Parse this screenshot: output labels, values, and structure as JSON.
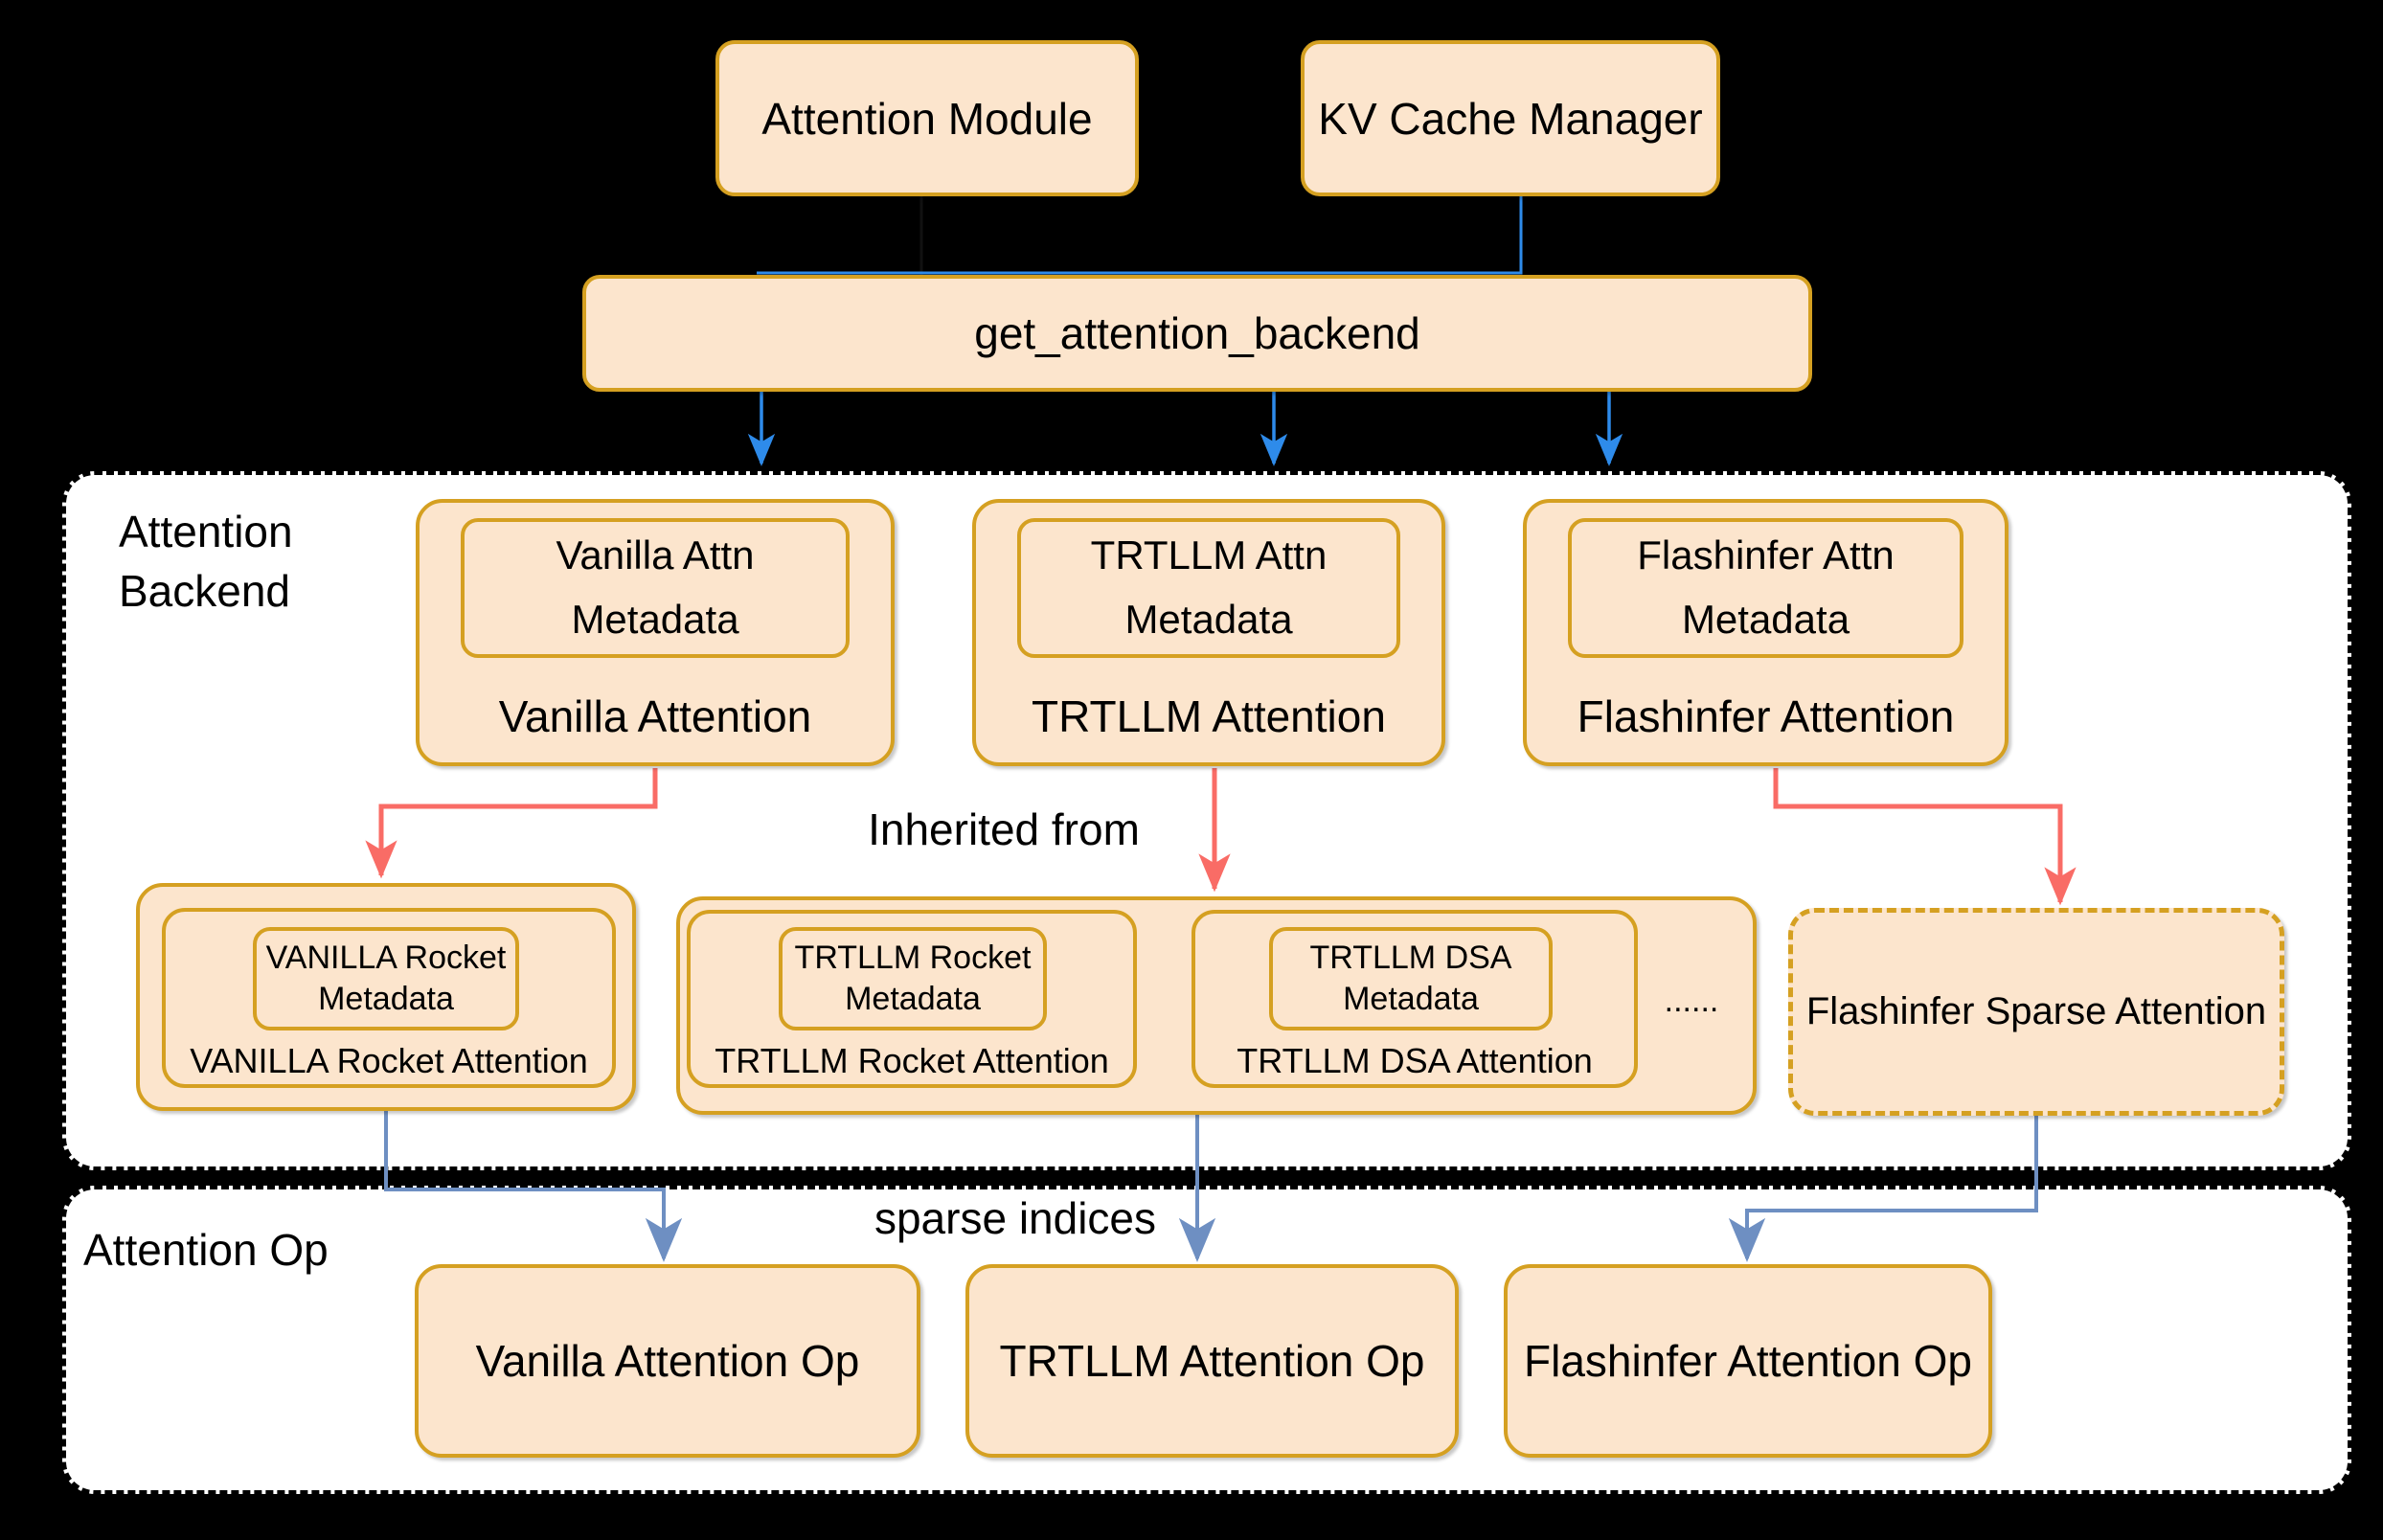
{
  "colors": {
    "canvas_bg": "#000000",
    "section_bg": "#FFFFFF",
    "section_border": "#000000",
    "box_fill": "#FCE5CD",
    "box_border": "#D5A021",
    "arrow_blue": "#2E8BEA",
    "arrow_red": "#F96C66",
    "arrow_steel": "#6E8FC2",
    "text": "#000000"
  },
  "top": {
    "attention_module": "Attention Module",
    "kv_cache_manager": "KV Cache Manager",
    "get_attention_backend": "get_attention_backend"
  },
  "backend_section": {
    "label_line1": "Attention",
    "label_line2": "Backend",
    "inherited_from": "Inherited from",
    "backends": [
      {
        "metadata_line1": "Vanilla Attn",
        "metadata_line2": "Metadata",
        "name": "Vanilla Attention"
      },
      {
        "metadata_line1": "TRTLLM Attn",
        "metadata_line2": "Metadata",
        "name": "TRTLLM Attention"
      },
      {
        "metadata_line1": "Flashinfer Attn",
        "metadata_line2": "Metadata",
        "name": "Flashinfer Attention"
      }
    ],
    "derived": [
      {
        "metadata_line1": "VANILLA Rocket",
        "metadata_line2": "Metadata",
        "name": "VANILLA Rocket Attention"
      },
      {
        "metadata_line1": "TRTLLM Rocket",
        "metadata_line2": "Metadata",
        "name": "TRTLLM Rocket Attention"
      },
      {
        "metadata_line1": "TRTLLM DSA",
        "metadata_line2": "Metadata",
        "name": "TRTLLM DSA Attention"
      }
    ],
    "ellipsis": "......",
    "sparse_attention": "Flashinfer Sparse Attention"
  },
  "op_section": {
    "label": "Attention Op",
    "sparse_indices_label": "sparse indices",
    "ops": [
      {
        "name": "Vanilla Attention Op"
      },
      {
        "name": "TRTLLM Attention Op"
      },
      {
        "name": "Flashinfer Attention Op"
      }
    ]
  }
}
